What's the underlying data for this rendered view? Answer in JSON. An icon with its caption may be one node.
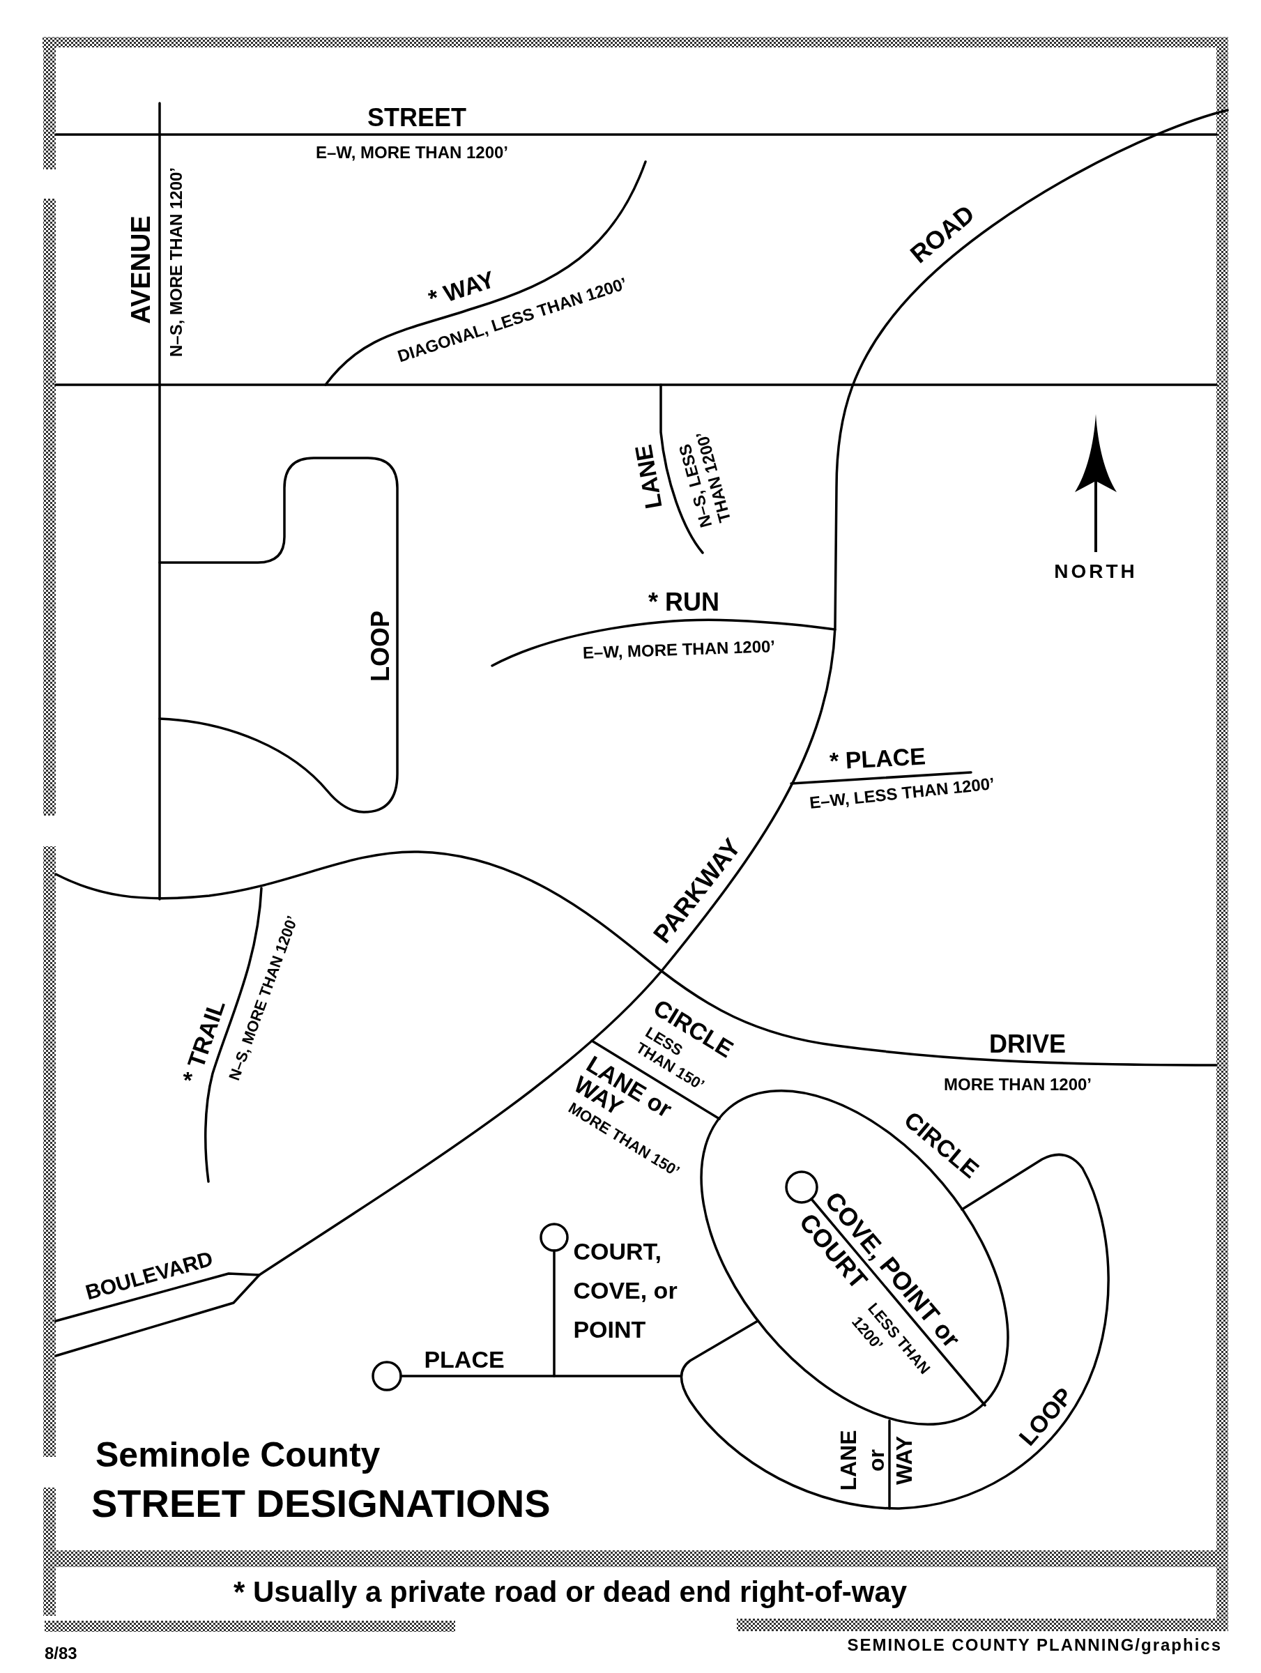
{
  "diagram": {
    "title": "STREET DESIGNATIONS",
    "caption": "* Usually a private road or dead end right-of-way",
    "labels": [
      "STREET",
      "E–W, MORE THAN 1200’",
      "AVENUE",
      "N–S, MORE THAN 1200’",
      "ROAD",
      "* WAY",
      "DIAGONAL, LESS THAN 1200’",
      "LANE",
      "N–S, LESS THAN 1200’",
      "NORTH",
      "* RUN",
      "E–W, MORE THAN 1200’",
      "LOOP",
      "* PLACE",
      "E–W, LESS THAN 1200’",
      "PARKWAY",
      "* TRAIL",
      "N–S, MORE THAN 1200’",
      "CIRCLE",
      "LESS THAN 150’",
      "DRIVE",
      "MORE THAN 1200’",
      "LANE or WAY",
      "MORE THAN 150’",
      "CIRCLE",
      "COVE, POINT or COURT",
      "LESS THAN 1200’",
      "COURT, COVE, or POINT",
      "BOULEVARD",
      "PLACE",
      "LANE or WAY",
      "LOOP",
      "Seminole County",
      "8/83",
      "SEMINOLE COUNTY PLANNING/graphics"
    ]
  }
}
